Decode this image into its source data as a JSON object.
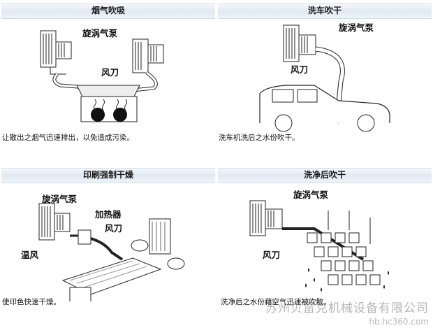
{
  "panels": [
    {
      "title": "烟气吹吸",
      "label_pump": "旋涡气泵",
      "label_knife": "风刀",
      "caption": "让散出之烟气迅速排出，以免造成污染。"
    },
    {
      "title": "洗车吹干",
      "label_pump": "旋涡气泵",
      "label_knife": "风刀",
      "caption": "洗车机洗后之水份吹干。"
    },
    {
      "title": "印刷强制干燥",
      "label_pump": "旋涡气泵",
      "label_heater": "加热器",
      "label_knife": "风刀",
      "label_warm": "温风",
      "caption": "使印色快速干燥。"
    },
    {
      "title": "洗净后吹干",
      "label_pump": "旋涡气泵",
      "label_knife": "风刀",
      "caption": "洗净后之水份藉空气迅速被吹散。"
    }
  ],
  "watermark": {
    "company": "苏州贝雷克机械设备有限公司",
    "url": "hb.hc360.com"
  }
}
